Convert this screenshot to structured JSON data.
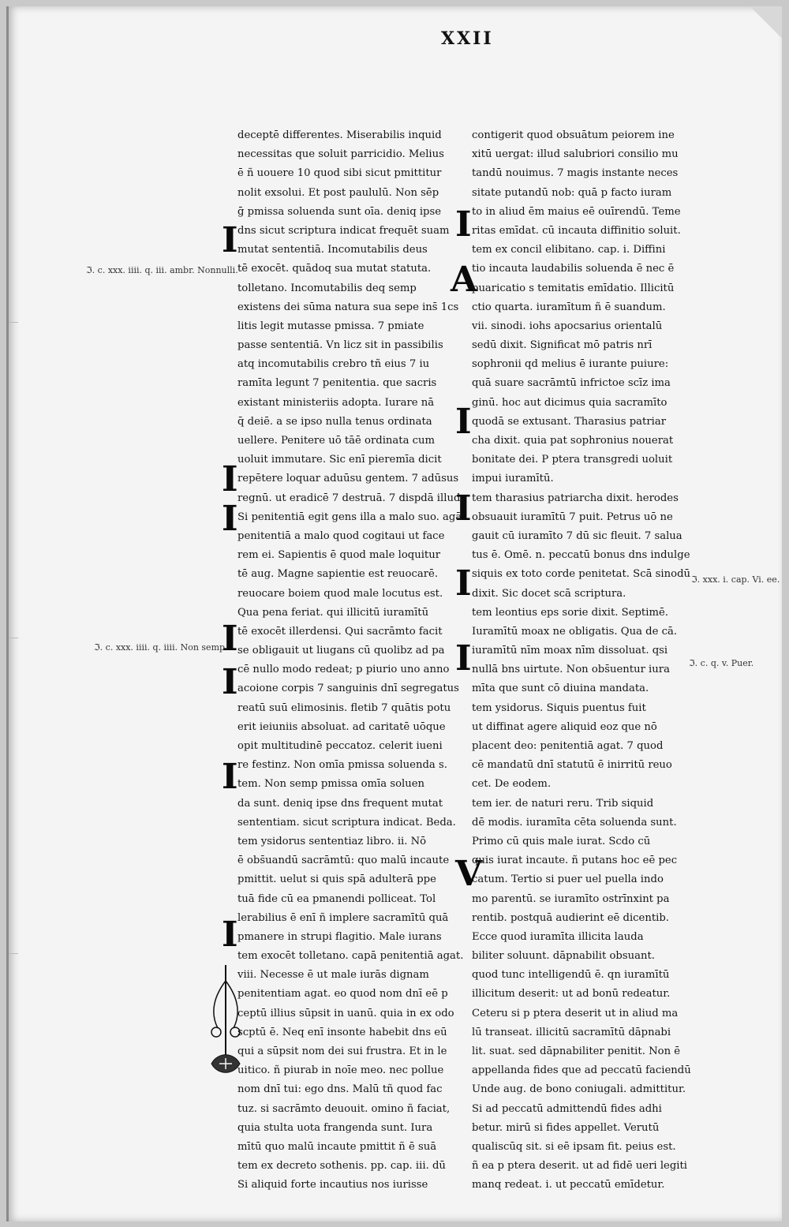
{
  "folio": "XXII",
  "left_column": [
    "deceptē differentes. Miserabilis inquid",
    "necessitas que soluit parricidio. Melius",
    "ē ñ uouere 10 quod sibi sicut pmittitur",
    "nolit exsolui. Et post paululū. Non sēp",
    "ḡ pmissa soluenda sunt oīa. deniq ipse",
    "dns sicut scriptura indicat frequēt suam",
    "mutat sententiā. Incomutabilis deus",
    "tē exocēt. quādoq sua mutat statuta.",
    "tolletano. Incomutabilis deq semp",
    "existens dei sūma natura sua sepe ins̄ 1cs",
    "litis legit mutasse pmissa. 7 pmiate",
    "passe sententiā. Vn licz sit in passibilis",
    "atq incomutabilis crebro tñ eius 7 iu",
    "ramīta legunt 7 penitentia. que sacris",
    "existant ministeriis adopta. Iurare nā",
    "q̄ deiē. a se ipso nulla tenus ordinata",
    "uellere. Penitere uō tāē ordinata cum",
    "uoluit immutare. Sic enī pieremīa dicit",
    "repētere loquar aduūsu gentem. 7 adūsus",
    "regnū. ut eradicē 7 destruā. 7 dispdā illud.",
    "Si penitentiā egit gens illa a malo suo. agā",
    "penitentiā a malo quod cogitaui ut face",
    "rem ei. Sapientis ē quod male loquitur",
    "tē aug. Magne sapientie est reuocarē.",
    "reuocare boiem quod male locutus est.",
    "Qua pena feriat. qui illicitū iuramītū",
    "tē exocēt illerdensi. Qui sacrāmto facit",
    "se obligauit ut liugans cū quolibz ad pa",
    "cē nullo modo redeat; p piurio uno anno",
    "acoione corpis 7 sanguinis dnī segregatus",
    "reatū suū elimosinis. fletib 7 quātis potu",
    "erit ieiuniis absoluat. ad caritatē uōque",
    "opit multitudinē peccatoz. celerit iueni",
    "re festinz. Non omīa pmissa soluenda s.",
    "tem. Non semp pmissa omīa soluen",
    "da sunt. deniq ipse dns frequent mutat",
    "sententiam. sicut scriptura indicat. Beda.",
    "tem ysidorus sententiaz libro. ii. Nō",
    "ē obs̄uandū sacrāmtū: quo malū incaute",
    "pmittit. uelut si quis spā adulterā ppe",
    "tuā fide cū ea pmanendi polliceat. Tol",
    "lerabilius ē enī ñ implere sacramītū quā",
    "pmanere in strupi flagitio. Male iurans",
    "tem exocēt tolletano. capā penitentiā agat.",
    "viii. Necesse ē ut male iurās dignam",
    "penitentiam agat. eo quod nom dnī eē p",
    "ceptū illius sūpsit in uanū. quia in ex odo",
    "scptū ē. Neq enī insonte habebit dns eū",
    "qui a sūpsit nom dei sui frustra. Et in le",
    "uitico. ñ piurab in noīe meo. nec pollue",
    "nom dnī tui: ego dns. Malū tñ quod fac",
    "tuz. si sacrāmto deuouit. omino ñ faciat,",
    "quia stulta uota frangenda sunt. Iura",
    "mītū quo malū incaute pmittit ñ ē suā",
    "tem ex decreto sothenis. pp. cap. iii. dū",
    "Si aliquid forte incautius nos iurisse"
  ],
  "right_column": [
    "contigerit quod obsuātum peiorem ine",
    "xitū uergat: illud salubriori consilio mu",
    "tandū nouimus. 7 magis instante neces",
    "sitate putandū nob: quā p facto iuram",
    "to in aliud ēm maius eē ouīrendū. Teme",
    "ritas emīdat. cū incauta diffinitio soluit.",
    "tem ex concil elibitano. cap. i. Diffini",
    "tio incauta laudabilis soluenda ē nec ē",
    "puaricatio s temitatis emīdatio. Illicitū",
    "ctio quarta. iuramītum ñ ē suandum.",
    "vii. sinodi. iohs apocsarius orientalū",
    "sedū dixit. Significat mō patris nrī",
    "sophronii qd melius ē iurante puiure:",
    "quā suare sacrāmtū infrictoe scīz ima",
    "ginū. hoc aut dicimus quia sacramīto",
    "quodā se extusant. Tharasius patriar",
    "cha dixit. quia pat sophronius nouerat",
    "bonitate dei. P ptera transgredi uoluit",
    "impui iuramītū.",
    "tem tharasius patriarcha dixit. herodes",
    "obsuauit iuramītū 7 puit. Petrus uō ne",
    "gauit cū iuramīto 7 dū sic fleuit. 7 salua",
    "tus ē. Omē. n. peccatū bonus dns indulge",
    "siquis ex toto corde penitetat. Scā sinodū",
    "dixit. Sic docet scā scriptura.",
    "tem leontius eps sorie dixit. Septimē.",
    "Iuramītū moax ne obligatis. Qua de cā.",
    "iuramītū nīm moax nīm dissoluat. qsi",
    "nullā bns uirtute. Non obs̄uentur iura",
    "mīta que sunt cō diuina mandata.",
    "tem ysidorus. Siquis puentus fuit",
    "ut diffinat agere aliquid eoz que nō",
    "placent deo: penitentiā agat. 7 quod",
    "cē mandatū dnī statutū ē inirritū reuo",
    "cet. De eodem.",
    "tem ier. de naturi reru. Trib siquid",
    "dē modis. iuramīta cēta soluenda sunt.",
    "Primo cū quis male iurat. Scdo cū",
    "quis iurat incaute. ñ putans hoc eē pec",
    "catum. Tertio si puer uel puella indo",
    "mo parentū. se iuramīto ostrīnxint pa",
    "rentib. postquā audierint eē dicentib.",
    "Ecce quod iuramīta illicita lauda",
    "biliter soluunt. dāpnabilit obsuant.",
    "quod tunc intelligendū ē. qn iuramītū",
    "illicitum deserit: ut ad bonū redeatur.",
    "Ceteru si p ptera deserit ut in aliud ma",
    "lū transeat. illicitū sacramītū dāpnabi",
    "lit. suat. sed dāpnabiliter penitit. Non ē",
    "appellanda fides que ad peccatū faciendū",
    "Unde aug. de bono coniugali. admittitur.",
    "Si ad peccatū admittendū fides adhi",
    "betur. mirū si fides appellet. Verutū",
    "qualiscūq sit. si eē ipsam fit. peius est.",
    "ñ ea p ptera deserit. ut ad fidē ueri legiti",
    "manq redeat. i. ut peccatū emīdetur."
  ],
  "margin_notes": {
    "left_1": "ℑ. c. xxx. iiii. q. iii. ambr. Nonnulli.",
    "left_2": "ℑ. c. xxx. iiii. q. iiii. Non semp.",
    "right_1": "ℑ. xxx. i. cap. Vi. ee.",
    "right_2": "ℑ. c. q. v. Puer."
  },
  "initials": {
    "l1": "I",
    "l2": "I",
    "l3": "I",
    "l4": "I",
    "l5": "I",
    "l6": "I",
    "l7": "I",
    "r1": "I",
    "r2": "A",
    "r3": "I",
    "r4": "I",
    "r5": "I",
    "r6": "I",
    "r7": "V"
  }
}
